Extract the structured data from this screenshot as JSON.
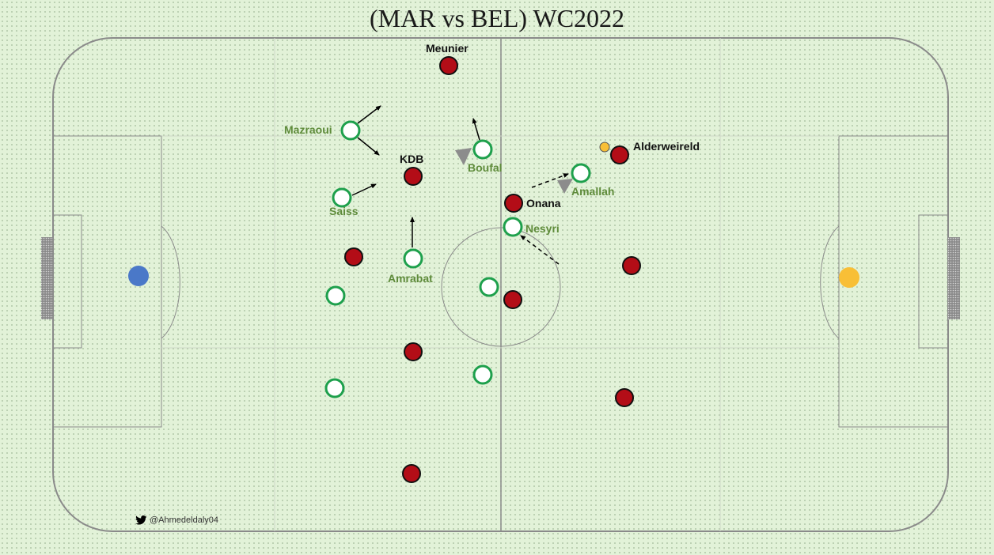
{
  "title": "(MAR vs BEL) WC2022",
  "credit": {
    "handle": "@Ahmedeldaly04",
    "icon": "twitter-bird-icon"
  },
  "colors": {
    "belgium_fill": "#b30d17",
    "morocco_fill": "#ffffff",
    "morocco_ring": "#1ea04c",
    "goalkeeper_left": "#4a78c8",
    "goalkeeper_right": "#f8bf36",
    "ball": "#f8bf36",
    "label_belgium": "#111111",
    "label_morocco": "#5e8b3a"
  },
  "belgium_players": [
    "Meunier",
    "KDB",
    "Alderweireld",
    "Onana",
    "",
    "",
    "",
    "",
    "",
    ""
  ],
  "morocco_players": [
    "Mazraoui",
    "Boufal",
    "Saiss",
    "Amallah",
    "Nesyri",
    "Amrabat",
    "",
    "",
    "",
    ""
  ]
}
